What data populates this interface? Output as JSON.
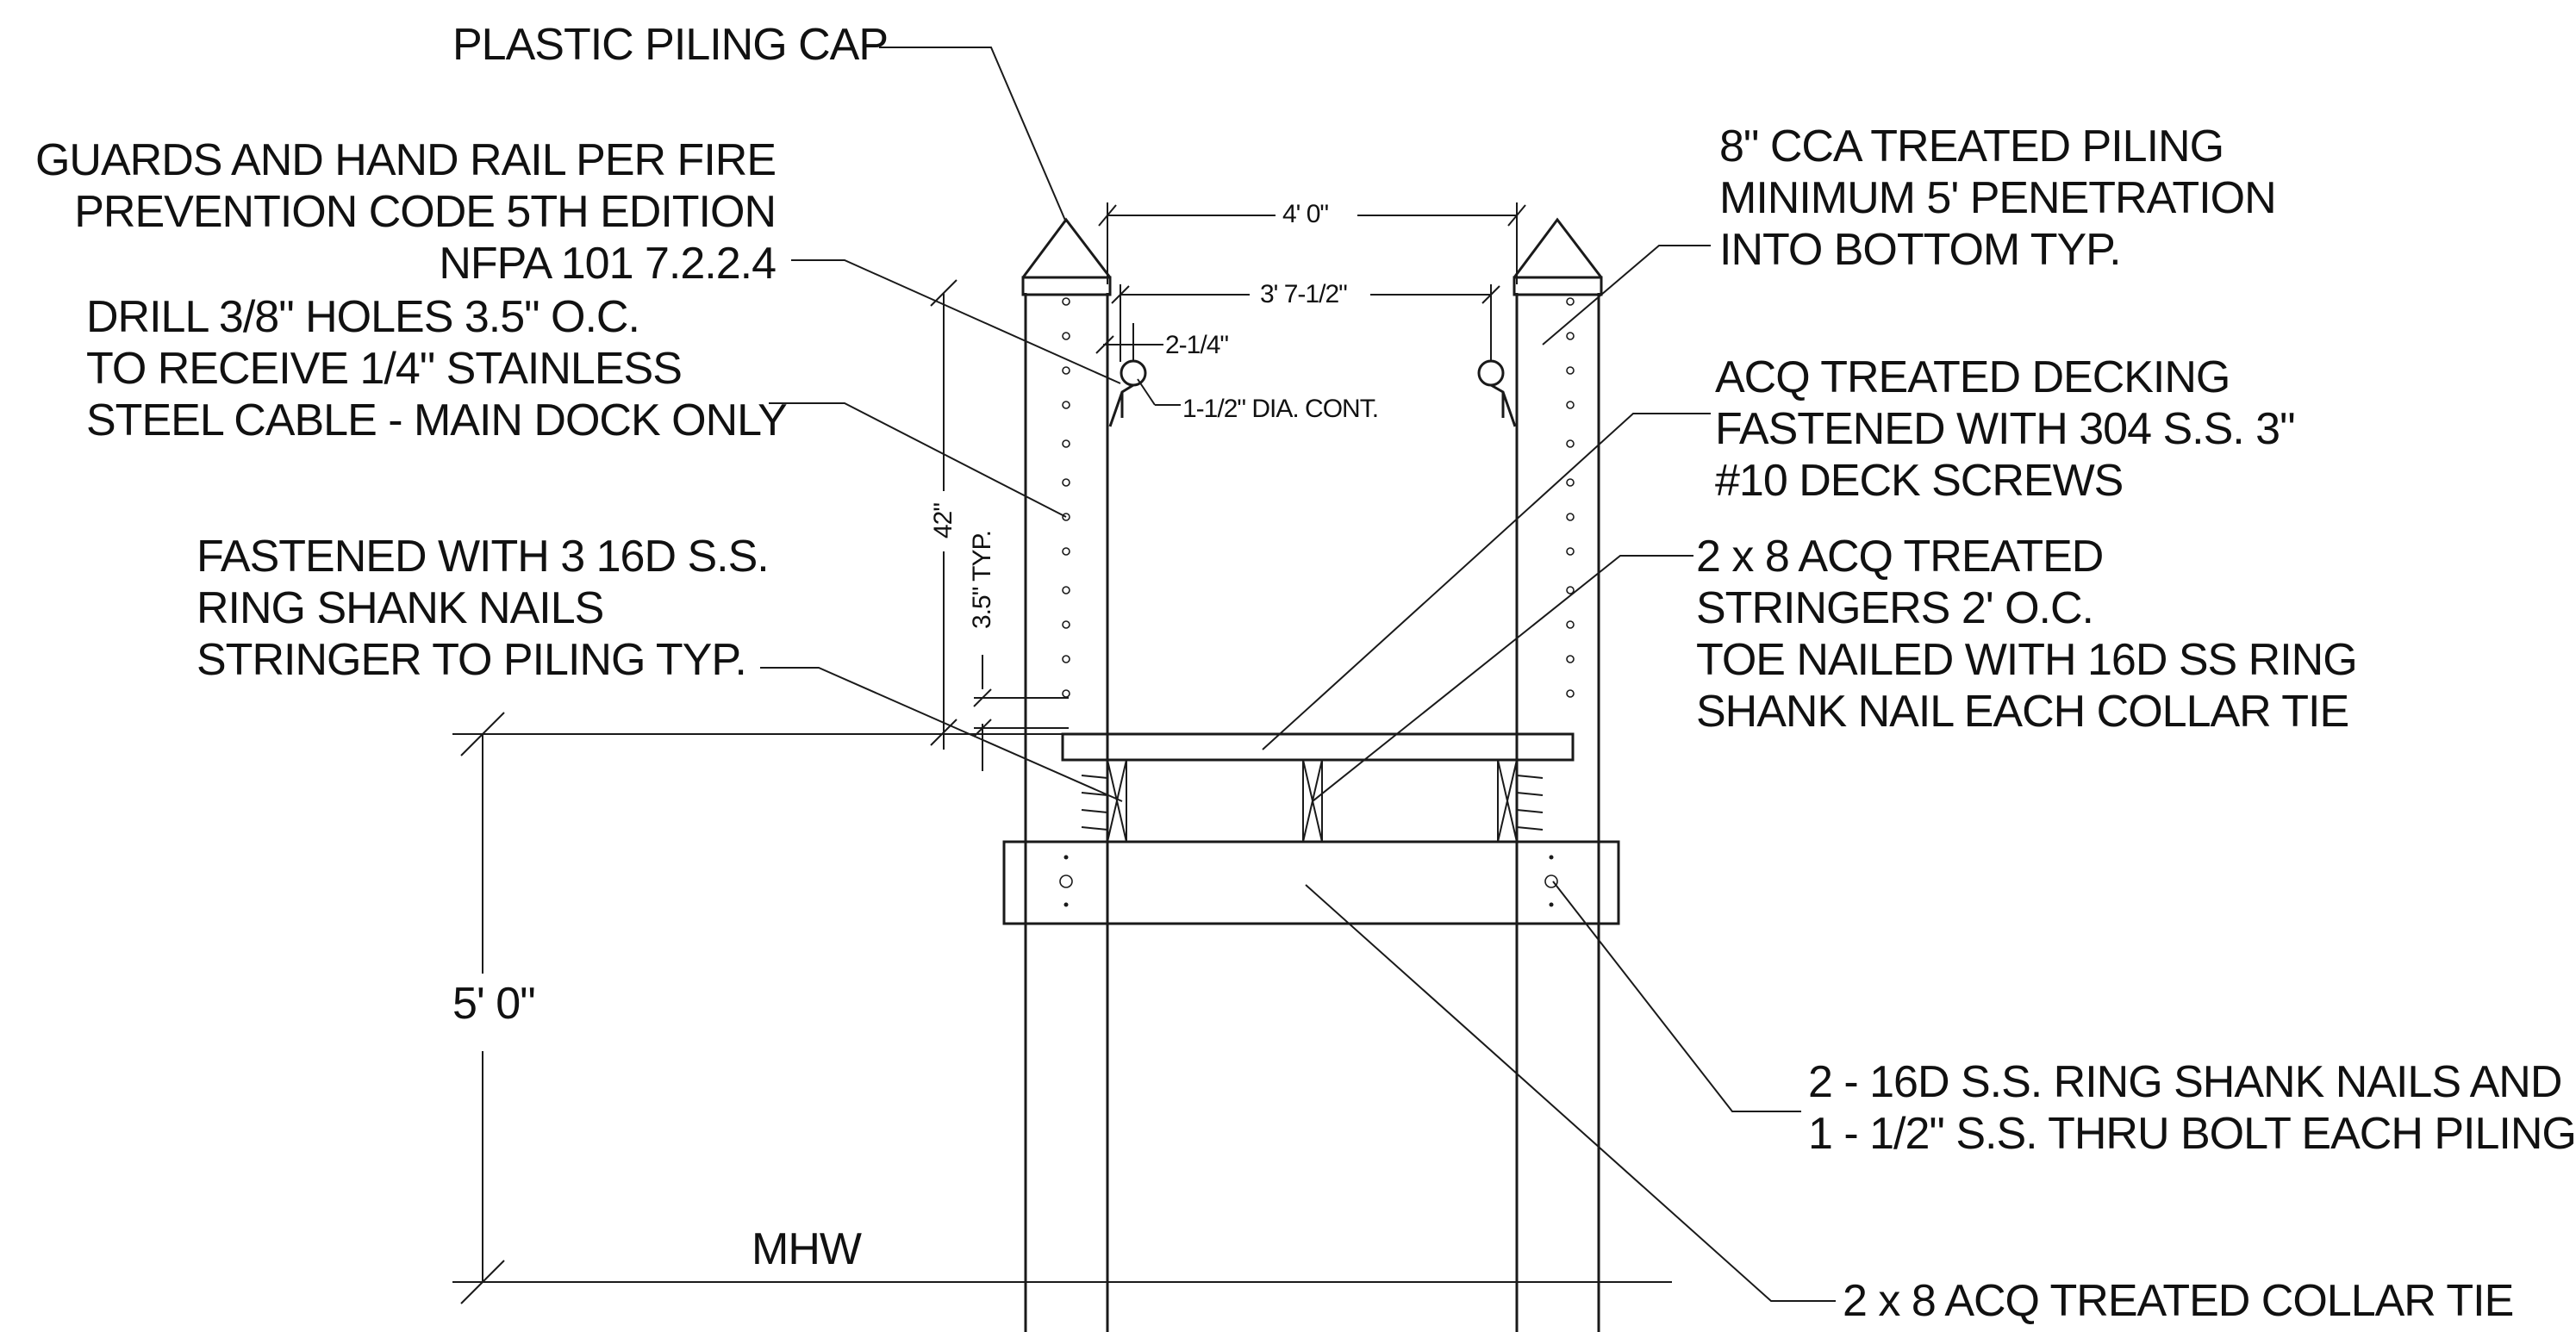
{
  "labels": {
    "piling_cap": "PLASTIC PILING CAP",
    "guards": [
      "GUARDS AND HAND RAIL PER FIRE",
      "PREVENTION CODE 5TH EDITION",
      "NFPA 101 7.2.2.4"
    ],
    "drill": [
      "DRILL 3/8\" HOLES 3.5\" O.C.",
      "TO RECEIVE 1/4\" STAINLESS",
      "STEEL CABLE - MAIN DOCK ONLY"
    ],
    "fastened": [
      "FASTENED WITH 3 16D S.S.",
      "RING SHANK NAILS",
      "STRINGER TO PILING TYP."
    ],
    "piling": [
      "8\" CCA TREATED PILING",
      "MINIMUM 5' PENETRATION",
      "INTO BOTTOM TYP."
    ],
    "decking": [
      "ACQ TREATED DECKING",
      "FASTENED WITH 304 S.S. 3\"",
      "#10 DECK SCREWS"
    ],
    "stringers": [
      "2 x 8 ACQ TREATED",
      "STRINGERS 2' O.C.",
      "TOE NAILED WITH 16D SS RING",
      "SHANK NAIL EACH COLLAR TIE"
    ],
    "nails": [
      "2 - 16D S.S. RING SHANK NAILS AND",
      "1 - 1/2\" S.S. THRU BOLT EACH PILING"
    ],
    "collar_tie": "2 x 8 ACQ TREATED COLLAR TIE",
    "mhw": "MHW"
  },
  "dimensions": {
    "width_outer": "4' 0\"",
    "width_inner": "3' 7-1/2\"",
    "rail_offset": "2-1/4\"",
    "rail_dia": "1-1/2\" DIA. CONT.",
    "rail_height": "42\"",
    "hole_spacing": "3.5\" TYP.",
    "deck_height": "5' 0\""
  }
}
